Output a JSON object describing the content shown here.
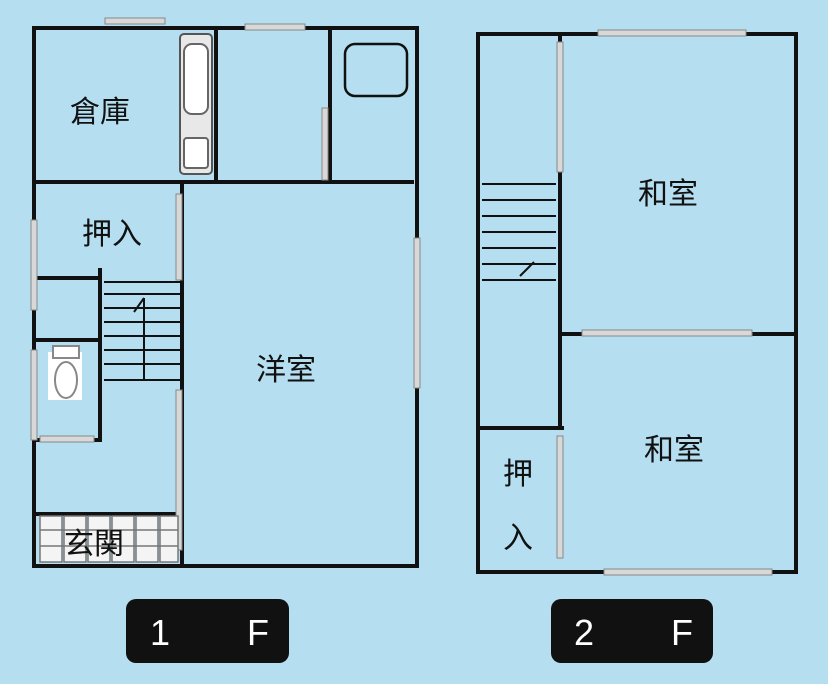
{
  "floor1": {
    "label_left": "1",
    "label_right": "F",
    "rooms": {
      "storage": "倉庫",
      "closet": "押入",
      "western_room": "洋室",
      "entrance": "玄関"
    }
  },
  "floor2": {
    "label_left": "2",
    "label_right": "F",
    "rooms": {
      "japanese_room_upper": "和室",
      "japanese_room_lower": "和室",
      "closet_char1": "押",
      "closet_char2": "入"
    }
  },
  "colors": {
    "background": "#b5dff0",
    "wall": "#111111",
    "window": "#d8d8d8",
    "badge": "#111111",
    "badge_text": "#ffffff"
  }
}
